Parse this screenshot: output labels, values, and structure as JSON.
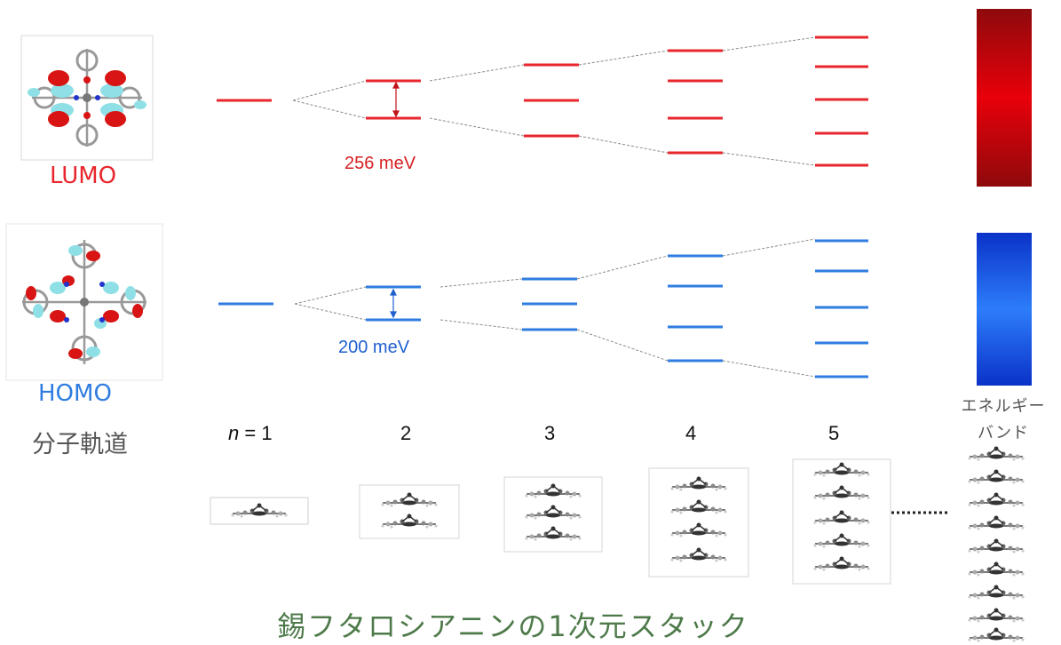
{
  "labels": {
    "lumo": "LUMO",
    "homo": "HOMO",
    "molecular_orbital": "分子軌道",
    "lumo_splitting": "256 meV",
    "homo_splitting": "200 meV",
    "band": "エネルギー\nバンド",
    "caption": "錫フタロシアニンの1次元スタック",
    "n_prefix": "n",
    "n_values": [
      "= 1",
      "2",
      "3",
      "4",
      "5"
    ]
  },
  "colors": {
    "lumo": "#e8262d",
    "homo": "#2f7de0",
    "caption": "#4e7a4a"
  }
}
